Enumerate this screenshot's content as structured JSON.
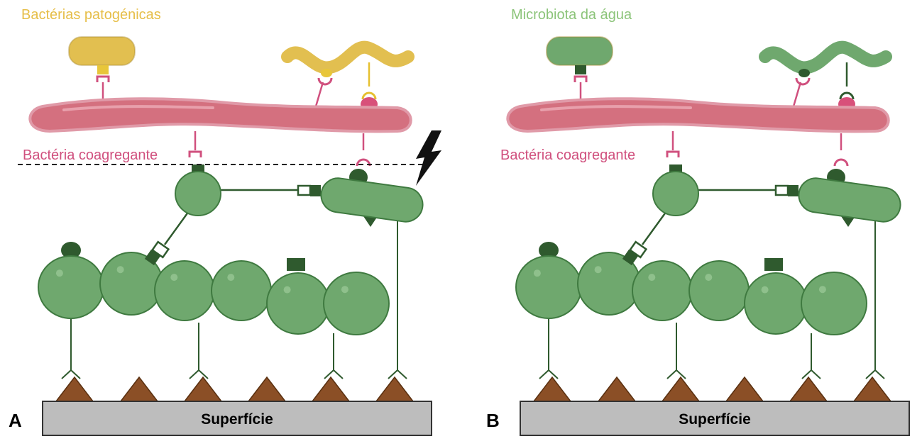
{
  "panels": [
    {
      "letter": "A",
      "title": "Bactérias patogénicas",
      "title_color": "#E6BE48",
      "coaggregant_label": "Bactéria coagregante",
      "surface_label": "Superfície",
      "top_bacteria_fill": "#E2BF50",
      "top_bacteria_dark": "#E8C63A",
      "connector_color": "#E6C030",
      "show_dashed_line": true,
      "show_lightning": true
    },
    {
      "letter": "B",
      "title": "Microbiota da água",
      "title_color": "#8CC47A",
      "coaggregant_label": "Bactéria coagregante",
      "surface_label": "Superfície",
      "top_bacteria_fill": "#6FA86E",
      "top_bacteria_dark": "#2F5A2E",
      "connector_color": "#2F5A2E",
      "show_dashed_line": false,
      "show_lightning": false
    }
  ],
  "colors": {
    "pink_label": "#D0507E",
    "pink_rod": "#D4707F",
    "pink_dark": "#B0456A",
    "green_cell": "#6FA86E",
    "green_dark": "#2F5A2E",
    "brown": "#8B4F26",
    "surface": "#BDBDBD"
  }
}
